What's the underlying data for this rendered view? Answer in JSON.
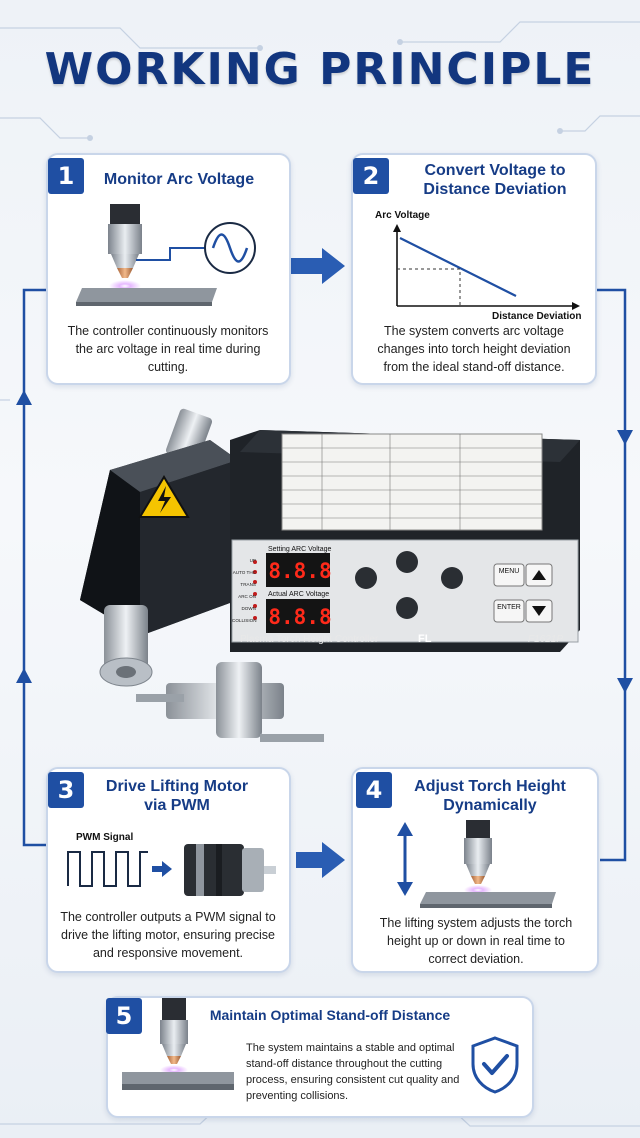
{
  "title": "WORKING PRINCIPLE",
  "colors": {
    "primary": "#12367f",
    "accent": "#1f4fa3",
    "card_border": "#c9d6ea",
    "flow_line": "#1f4fa3"
  },
  "steps": [
    {
      "number": "1",
      "title": "Monitor Arc Voltage",
      "icon": "sine-wave-icon",
      "description": "The controller continuously monitors the arc voltage in real time during cutting."
    },
    {
      "number": "2",
      "title": "Convert Voltage to Distance Deviation",
      "graph": {
        "y_label": "Arc Voltage",
        "x_label": "Distance Deviation"
      },
      "description": "The system converts arc voltage changes into torch height deviation from the ideal stand-off distance."
    },
    {
      "number": "3",
      "title": "Drive Lifting Motor via PWM",
      "signal_label": "PWM Signal",
      "description": "The controller outputs a PWM signal to drive the lifting motor, ensuring precise and responsive movement."
    },
    {
      "number": "4",
      "title": "Adjust Torch Height Dynamically",
      "icon": "up-down-arrow-icon",
      "description": "The lifting system adjusts the torch height up or down in real time to correct deviation."
    },
    {
      "number": "5",
      "title": "Maintain Optimal Stand-off Distance",
      "icon": "shield-check-icon",
      "description": "The system maintains a stable and optimal stand-off distance throughout the cutting process, ensuring consistent cut quality and preventing collisions."
    }
  ],
  "device": {
    "panel_title": "Plasma Torch Height Controller",
    "brand": "FL",
    "model": "F1621P",
    "setting_label": "Setting ARC Voltage",
    "actual_label": "Actual ARC Voltage",
    "display_set": "8.8.8",
    "display_act": "8.8.8",
    "indicators": [
      "UP",
      "AUTO THC",
      "TRANS",
      "ARC ON",
      "DOWN",
      "COLLISION"
    ],
    "buttons": [
      "MENU",
      "ENTER"
    ]
  }
}
